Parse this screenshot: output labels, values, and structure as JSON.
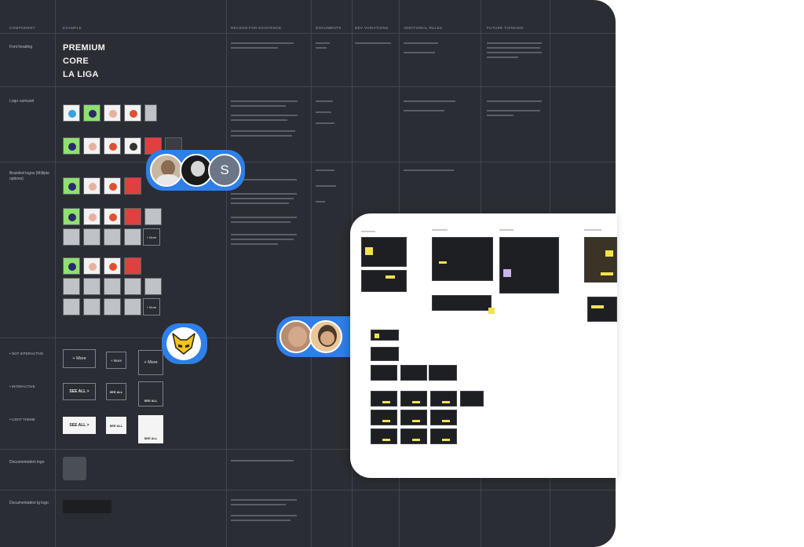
{
  "columns": [
    "COMPONENT",
    "EXAMPLE",
    "REASON FOR EXISTENCE",
    "DOCUMENTS",
    "DEV VARIATIONS",
    "ADDITIONAL RULES",
    "FUTURE THINKING"
  ],
  "rows": {
    "font_heading": "Font heading",
    "logo_carousel": "Logo carousel",
    "branded_logos": "Branded logos (Miltiple options)",
    "not_interactive": "• NOT INTERACTIVE",
    "interactive": "• INTERACTIVE",
    "light_theme": "• LIGHT THEME",
    "documentation_logo": "Documentation logo",
    "documentation_lg_logo": "Documentation lg logo"
  },
  "league_names": [
    "PREMIUM",
    "CORE",
    "LA LIGA"
  ],
  "buttons": {
    "more": "+ More",
    "see_all": "SEE ALL",
    "see_all_arrow": "SEE ALL  >"
  },
  "collaborators": {
    "group1_letter": "S"
  },
  "colors": {
    "dark_board": "#2a2d33",
    "accent_blue": "#2f7fe8",
    "accent_yellow": "#f2e24c",
    "tile_green": "#8fe070",
    "tile_red": "#e04040"
  }
}
